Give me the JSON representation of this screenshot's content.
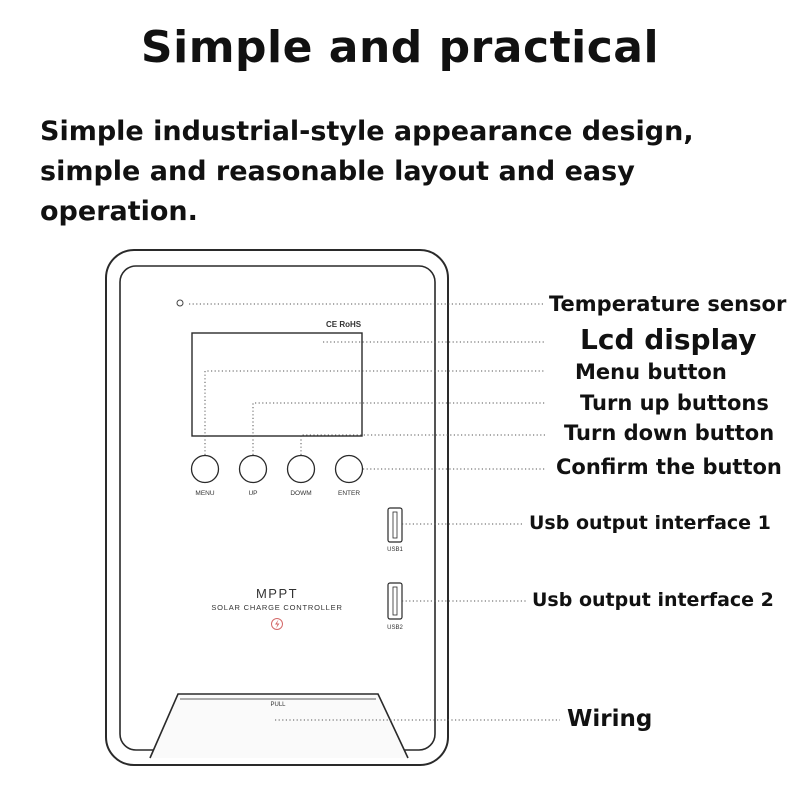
{
  "headline": "Simple and practical",
  "intro": "Simple industrial-style appearance design, simple and reasonable layout and easy operation.",
  "device": {
    "cert_mark": "CE RoHS",
    "buttons": [
      "MENU",
      "UP",
      "DOWM",
      "ENTER"
    ],
    "brand": "MPPT",
    "product_name": "SOLAR CHARGE CONTROLLER",
    "usb1_label": "USB1",
    "usb2_label": "USB2",
    "pull_label": "PULL",
    "icons": [
      "temperature-sensor-dot",
      "lightning-icon",
      "usb-port"
    ]
  },
  "callouts": {
    "temperature_sensor": "Temperature sensor",
    "lcd_display": "Lcd display",
    "menu_button": "Menu button",
    "turn_up": "Turn up buttons",
    "turn_down": "Turn down button",
    "confirm": "Confirm the button",
    "usb1": "Usb output interface 1",
    "usb2": "Usb output interface 2",
    "wiring": "Wiring"
  }
}
